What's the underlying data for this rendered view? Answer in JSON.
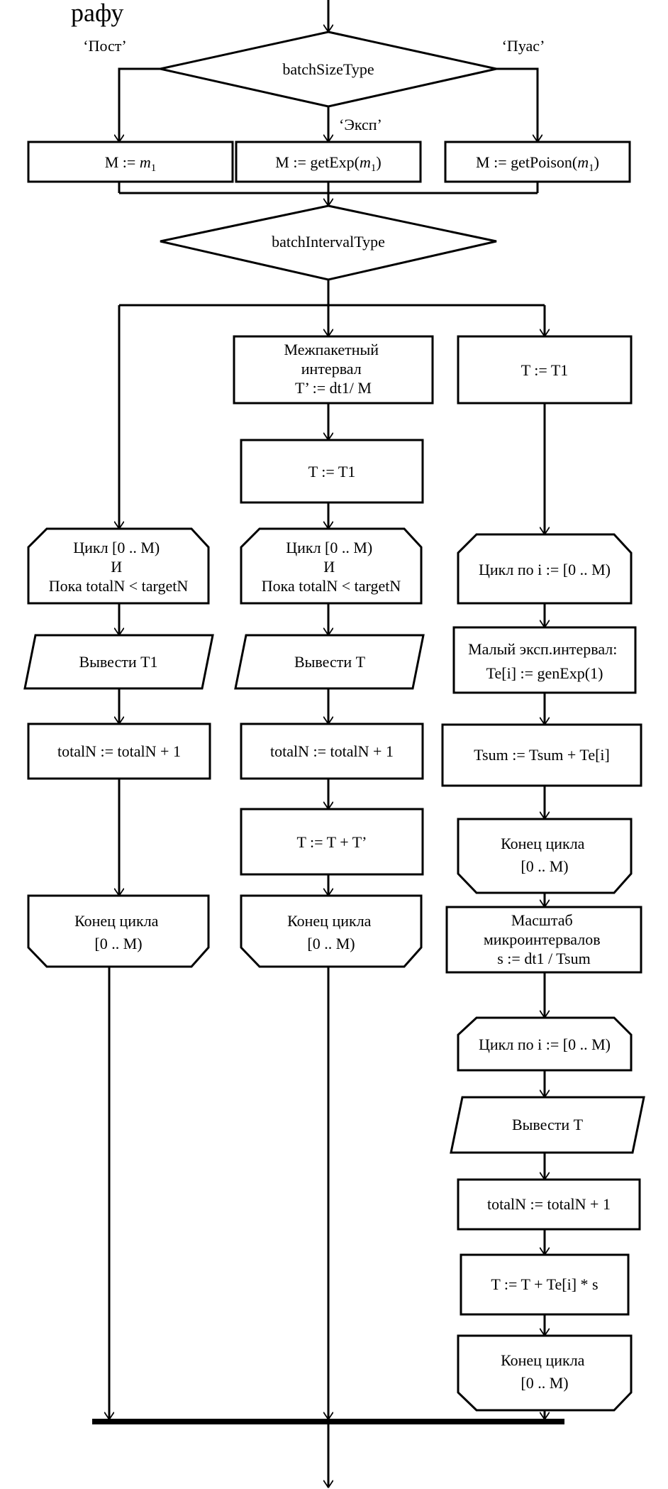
{
  "header_fragment": "рафу",
  "decision_size": {
    "label": "batchSizeType",
    "branch_left": "‘Пост’",
    "branch_mid": "‘Эксп’",
    "branch_right": "‘Пуас’"
  },
  "size_boxes": {
    "left": {
      "prefix": "M := ",
      "arg": "m",
      "sub": "1"
    },
    "mid": {
      "prefix": "M := getExp(",
      "arg": "m",
      "sub": "1",
      "suffix": ")"
    },
    "right": {
      "prefix": "M := getPoison(",
      "arg": "m",
      "sub": "1",
      "suffix": ")"
    }
  },
  "decision_interval": {
    "label": "batchIntervalType"
  },
  "col_left": {
    "loop_lines": [
      "Цикл [0 .. M)",
      "И",
      "Пока totalN < targetN"
    ],
    "output": "Вывести T1",
    "increment": "totalN := totalN + 1",
    "loop_end": [
      "Конец цикла",
      "[0 .. M)"
    ]
  },
  "col_mid": {
    "interval_lines": [
      "Межпакетный",
      "интервал",
      "T’ := dt1/ M"
    ],
    "assign": "T := T1",
    "loop_lines": [
      "Цикл [0 .. M)",
      "И",
      "Пока totalN < targetN"
    ],
    "output": "Вывести T",
    "increment": "totalN := totalN + 1",
    "step": "T := T + T’",
    "loop_end": [
      "Конец цикла",
      "[0 .. M)"
    ]
  },
  "col_right": {
    "assign": "T := T1",
    "loop1": "Цикл по i := [0 .. M)",
    "small_interval": [
      "Малый эксп.интервал:",
      "Te[i] := genExp(1)"
    ],
    "sum": "Tsum := Tsum + Te[i]",
    "loop1_end": [
      "Конец цикла",
      "[0 .. M)"
    ],
    "scale": [
      "Масштаб",
      "микроинтервалов",
      "s := dt1 / Tsum"
    ],
    "loop2": "Цикл по i := [0 .. M)",
    "output": "Вывести T",
    "increment": "totalN := totalN + 1",
    "step": "T := T + Te[i] * s",
    "loop2_end": [
      "Конец цикла",
      "[0 .. M)"
    ]
  }
}
